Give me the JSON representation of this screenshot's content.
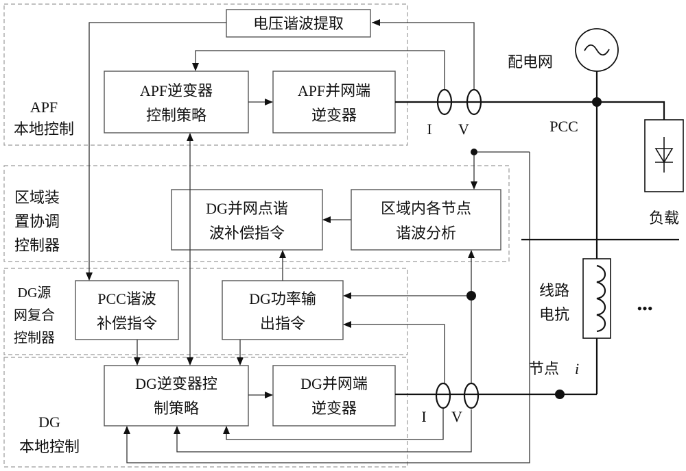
{
  "regions": {
    "apf_local": [
      "APF",
      "本地控制"
    ],
    "zone_coord": [
      "区域装",
      "置协调",
      "控制器"
    ],
    "dg_source_grid": [
      "DG源",
      "网复合",
      "控制器"
    ],
    "dg_local": [
      "DG",
      "本地控制"
    ]
  },
  "blocks": {
    "voltage_harmonic_extract": [
      "电压谐波提取"
    ],
    "apf_inverter_control": [
      "APF逆变器",
      "控制策略"
    ],
    "apf_grid_inverter": [
      "APF并网端",
      "逆变器"
    ],
    "dg_pcc_harmonic_cmd": [
      "DG并网点谐",
      "波补偿指令"
    ],
    "zone_node_harmonic_analysis": [
      "区域内各节点",
      "谐波分析"
    ],
    "pcc_harmonic_cmd": [
      "PCC谐波",
      "补偿指令"
    ],
    "dg_power_output_cmd": [
      "DG功率输",
      "出指令"
    ],
    "dg_inverter_control": [
      "DG逆变器控",
      "制策略"
    ],
    "dg_grid_inverter": [
      "DG并网端",
      "逆变器"
    ]
  },
  "labels": {
    "sensor_i_top": "I",
    "sensor_v_top": "V",
    "sensor_i_bottom": "I",
    "sensor_v_bottom": "V",
    "grid": "配电网",
    "pcc": "PCC",
    "load": "负载",
    "line_reactance": [
      "线路",
      "电抗"
    ],
    "node": "节点",
    "node_index": "i",
    "ellipsis": "•••"
  }
}
